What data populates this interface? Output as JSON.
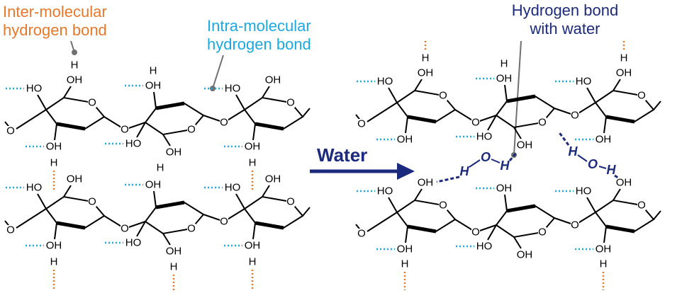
{
  "labels": {
    "inter_line1": "Inter-molecular",
    "inter_line2": "hydrogen bond",
    "intra_line1": "Intra-molecular",
    "intra_line2": "hydrogen bond",
    "water_line1": "Hydrogen bond",
    "water_line2": "with water"
  },
  "arrow": {
    "label": "Water"
  },
  "atoms": {
    "hydroxyl_left": "HO",
    "hydroxyl_right": "OH",
    "hydrogen": "H",
    "oxygen": "O"
  },
  "colors": {
    "inter": "#E8782A",
    "intra": "#1CA9E1",
    "water": "#1B2A7C",
    "leader": "#707070"
  }
}
